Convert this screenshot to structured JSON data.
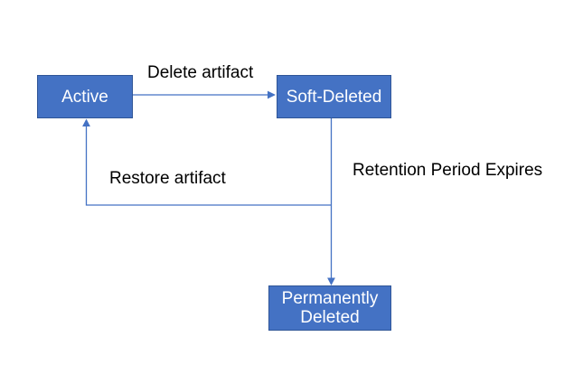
{
  "diagram": {
    "type": "state-diagram",
    "background": "#ffffff",
    "colors": {
      "node_fill": "#4472C4",
      "node_border": "#2F5597",
      "connector": "#4472C4",
      "label_text": "#000000",
      "node_text": "#FFFFFF"
    },
    "nodes": {
      "active": {
        "label": "Active"
      },
      "soft_deleted": {
        "label": "Soft-Deleted"
      },
      "permanently_deleted": {
        "label": "Permanently Deleted"
      }
    },
    "edges": {
      "delete": {
        "label": "Delete artifact",
        "from": "Active",
        "to": "Soft-Deleted"
      },
      "retention": {
        "label": "Retention Period Expires",
        "from": "Soft-Deleted",
        "to": "Permanently Deleted"
      },
      "restore": {
        "label": "Restore artifact",
        "from": "Soft-Deleted",
        "to": "Active"
      }
    }
  }
}
